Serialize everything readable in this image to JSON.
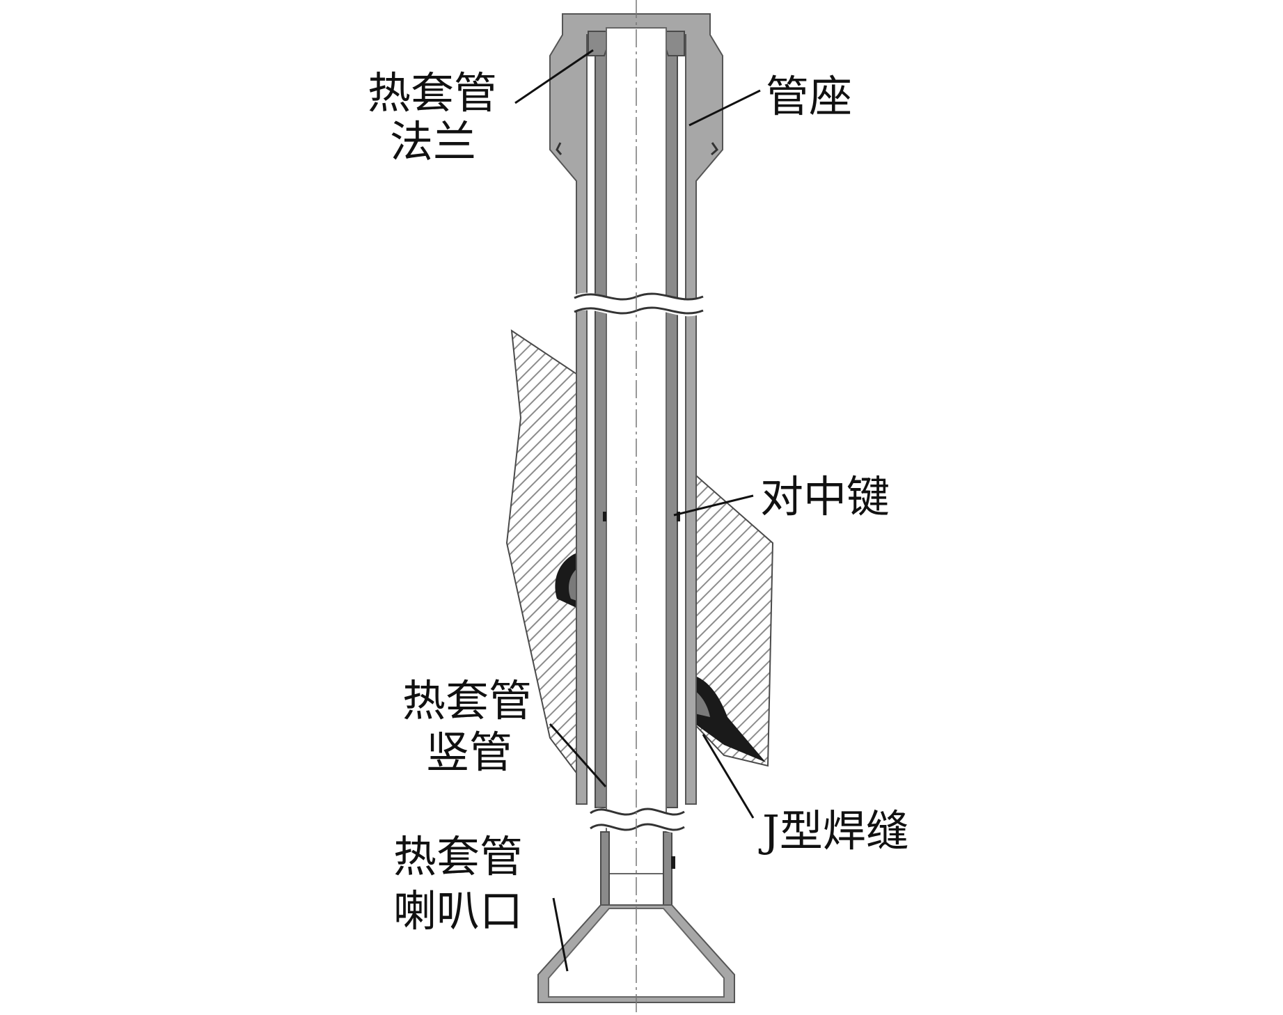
{
  "labels": {
    "flange_line1": "热套管",
    "flange_line2": "法兰",
    "pipe_seat": "管座",
    "centering_key": "对中键",
    "riser_line1": "热套管",
    "riser_line2": "竖管",
    "j_weld": "J型焊缝",
    "funnel_line1": "热套管",
    "funnel_line2": "喇叭口"
  },
  "colors": {
    "metal": "#a7a7a7",
    "vessel_hatch": "#9a9a9a",
    "weld": "#1a1a1a",
    "line": "#111111"
  }
}
